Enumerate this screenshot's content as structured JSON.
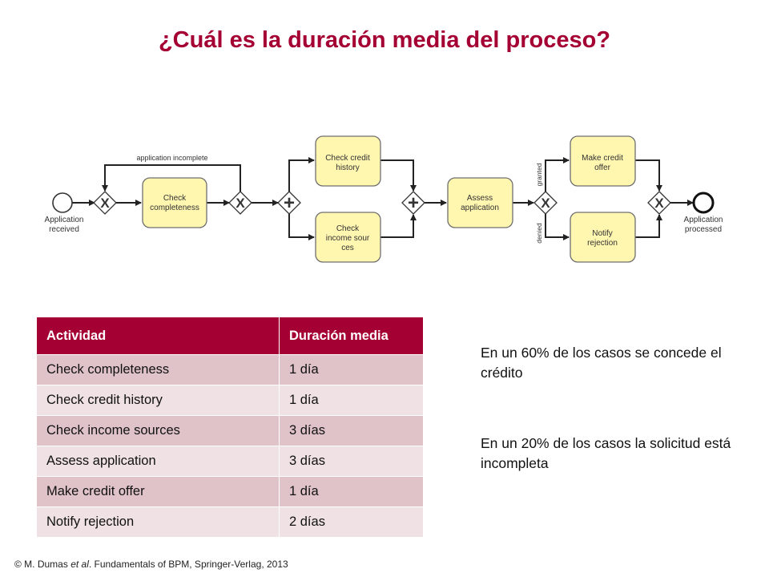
{
  "title": "¿Cuál es la duración media del proceso?",
  "diagram": {
    "start_event": {
      "label_line1": "Application",
      "label_line2": "received"
    },
    "end_event": {
      "label_line1": "Application",
      "label_line2": "processed"
    },
    "tasks": [
      {
        "id": "check_completeness",
        "line1": "Check",
        "line2": "completeness",
        "line3": ""
      },
      {
        "id": "check_credit_history",
        "line1": "Check credit",
        "line2": "history",
        "line3": ""
      },
      {
        "id": "check_income_sources",
        "line1": "Check",
        "line2": "income sour",
        "line3": "ces"
      },
      {
        "id": "assess_application",
        "line1": "Assess",
        "line2": "application",
        "line3": ""
      },
      {
        "id": "make_credit_offer",
        "line1": "Make credit",
        "line2": "offer",
        "line3": ""
      },
      {
        "id": "notify_rejection",
        "line1": "Notify",
        "line2": "rejection",
        "line3": ""
      }
    ],
    "gateway_xor_symbol": "X",
    "gateway_and_symbol": "+",
    "loop_label": "application incomplete",
    "granted_label": "granted",
    "denied_label": "denied",
    "task_fill": "#fff6b0",
    "task_stroke": "#6f6f6f"
  },
  "table": {
    "headers": [
      "Actividad",
      "Duración media"
    ],
    "rows": [
      [
        "Check completeness",
        "1 día"
      ],
      [
        "Check credit history",
        "1 día"
      ],
      [
        "Check income sources",
        "3 días"
      ],
      [
        "Assess application",
        "3 días"
      ],
      [
        "Make credit offer",
        "1 día"
      ],
      [
        "Notify rejection",
        "2 días"
      ]
    ],
    "header_color": "#a50034",
    "row_color_odd": "#dfc3c9",
    "row_color_even": "#efe1e4"
  },
  "notes": {
    "note1": "En un 60% de los casos se concede el crédito",
    "note2": "En un 20% de los casos la solicitud está incompleta"
  },
  "credit": {
    "prefix": "© M. Dumas ",
    "italic": "et al",
    "suffix": ". Fundamentals of BPM, Springer-Verlag,  2013"
  }
}
